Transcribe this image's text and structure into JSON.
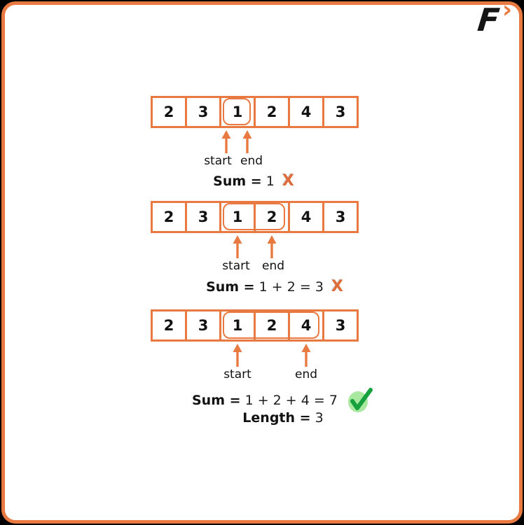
{
  "logo": {
    "letter": "F",
    "chevron": "›"
  },
  "colors": {
    "accent_orange": "#E87941",
    "fail_x_orange": "#DD6C3A",
    "check_green": "#17A13E",
    "check_fill": "#A9E89F",
    "logo_black": "#151515"
  },
  "marks": {
    "fail": "X",
    "pass": "✓"
  },
  "groups": [
    {
      "cells": [
        "2",
        "3",
        "1",
        "2",
        "4",
        "3"
      ],
      "start_index": 2,
      "end_index": 2,
      "start_label": "start",
      "end_label": "end",
      "sum_label": "Sum =",
      "sum_expression": "1",
      "result": "fail"
    },
    {
      "cells": [
        "2",
        "3",
        "1",
        "2",
        "4",
        "3"
      ],
      "start_index": 2,
      "end_index": 3,
      "start_label": "start",
      "end_label": "end",
      "sum_label": "Sum =",
      "sum_expression": "1 + 2 = 3",
      "result": "fail"
    },
    {
      "cells": [
        "2",
        "3",
        "1",
        "2",
        "4",
        "3"
      ],
      "start_index": 2,
      "end_index": 4,
      "start_label": "start",
      "end_label": "end",
      "sum_label": "Sum =",
      "sum_expression": "1 + 2 + 4 = 7",
      "result": "pass",
      "length_label": "Length =",
      "length_value": "3"
    }
  ]
}
